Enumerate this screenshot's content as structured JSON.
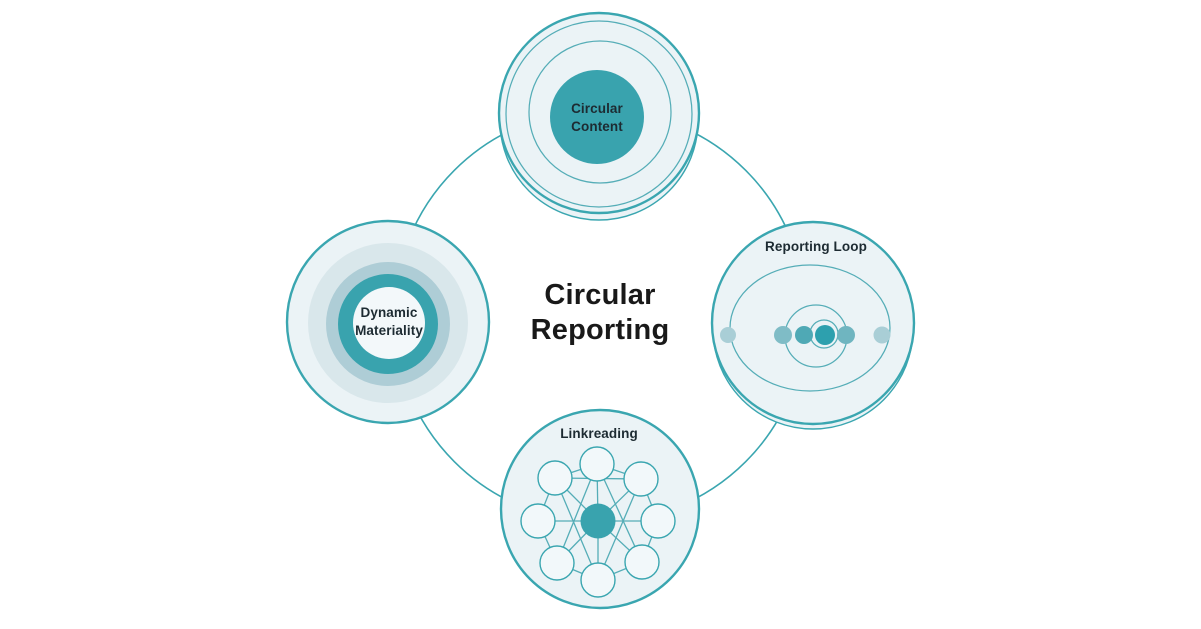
{
  "title": {
    "text": "Circular\nReporting"
  },
  "nodes": {
    "top": {
      "label": "Circular\nContent"
    },
    "left": {
      "label": "Dynamic\nMateriality"
    },
    "right": {
      "label": "Reporting Loop"
    },
    "bottom": {
      "label": "Linkreading"
    }
  },
  "colors": {
    "teal": "#3aa6b0",
    "tealThin": "#55adb7",
    "tealSolid": "#39a3ae",
    "nodeFill": "#ebf3f6",
    "netFill": "#f2f8fa",
    "coreFill": "#f3f8fa",
    "ringPale": "#d9e7eb",
    "ringMid": "#aecdd6",
    "dotDark": "#2da0ae",
    "dotMedium1": "#4fa9b5",
    "dotMedium2": "#6fb5c0",
    "dotLight1": "#7fbcc6",
    "dotPale": "#a9ced6",
    "titleColor": "#191919",
    "labelColor": "#1d2b32"
  }
}
